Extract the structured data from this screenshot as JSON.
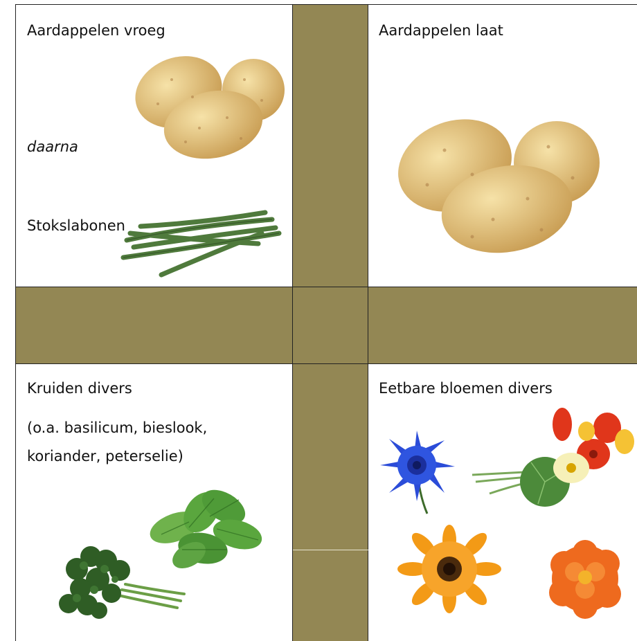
{
  "cells": {
    "top_left": {
      "title": "Aardappelen vroeg",
      "middle": "daarna",
      "bottom": "Stokslabonen"
    },
    "top_right": {
      "title": "Aardappelen laat"
    },
    "bottom_left": {
      "title": "Kruiden divers",
      "note_line1": "(o.a. basilicum, bieslook,",
      "note_line2": "koriander, peterselie)"
    },
    "bottom_right": {
      "title": "Eetbare bloemen divers"
    }
  },
  "colors": {
    "path": "#938754",
    "border": "#222222",
    "potato": "#e3c27e",
    "bean": "#4f7a3c",
    "basil": "#4f9b38",
    "parsley": "#2f5d25",
    "cornflower": "#2b4cd8",
    "nasturtium": "#e0361b",
    "calendula": "#f39a16",
    "marigold": "#ee6a1e"
  }
}
